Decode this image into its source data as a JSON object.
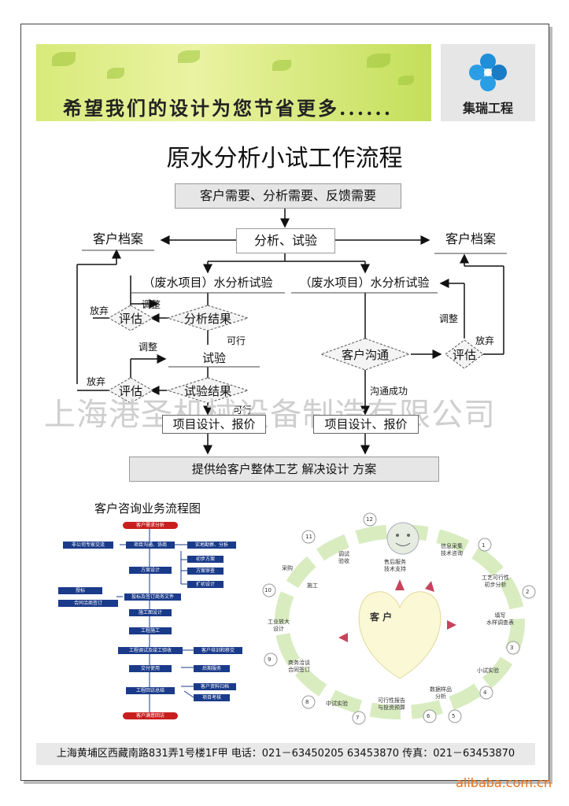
{
  "header": {
    "slogan": "希望我们的设计为您节省更多......",
    "company": "集瑞工程",
    "brand_color": "#1f8fd8"
  },
  "title": "原水分析小试工作流程",
  "flow": {
    "top": "客户需要、分析需要、反馈需要",
    "archive_left": "客户档案",
    "analysis": "分析、试验",
    "archive_right": "客户档案",
    "left_branch": "（废水项目）水分析试验",
    "right_branch": "（废水项目）水分析试验",
    "abandon1": "放弃",
    "adjust1": "调整",
    "evaluate": "评估",
    "result": "分析结果",
    "feasible1": "可行",
    "adjust2": "调整",
    "test": "试验",
    "abandon2": "放弃",
    "test_result": "试验结果",
    "feasible2": "可行",
    "design_left": "项目设计、报价",
    "communicate": "客户沟通",
    "success": "沟通成功",
    "design_right": "项目设计、报价",
    "adjust_r": "调整",
    "abandon_r": "放弃",
    "final": "提供给客户整体工艺 解决设计 方案"
  },
  "watermark": "上海港圣机械设备制造有限公司",
  "consult": {
    "title": "客户咨询业务流程图",
    "main": [
      "客户需求分析",
      "项目沟通、协商",
      "方案设计",
      "投标及签订商务文件",
      "施工图设计",
      "工程施工",
      "工程调试及竣工验收",
      "交付使用",
      "工程回访总结",
      "客户满意回访"
    ],
    "left": [
      "非公司专家交流",
      "授标",
      "合同洽商签订"
    ],
    "right": [
      "实地勘察、分析",
      "初步方案",
      "方案审查",
      "扩初设计",
      "客户培训和移交",
      "后期服务",
      "客户资料归档",
      "项目考核"
    ]
  },
  "cycle": {
    "center": "客 户",
    "nums": [
      "1",
      "2",
      "3",
      "4",
      "5",
      "6",
      "7",
      "8",
      "9",
      "10",
      "11",
      "12"
    ],
    "labels": [
      "信息采集\n技术咨询",
      "工艺可行性\n初步分析",
      "填写\n水样调查表",
      "小试实验",
      "数据样品\n分析",
      "可行性报告\n与投资预算",
      "中试实验",
      "商务洽谈\n合同签订",
      "工业放大\n设计",
      "采购",
      "施工",
      "调试\n验收",
      "售后服务\n技术支持"
    ]
  },
  "footer": "上海黄埔区西藏南路831弄1号楼1F甲  电话：021－63450205 63453870 传真：021－63453870",
  "site": "alibaba.com.cn"
}
